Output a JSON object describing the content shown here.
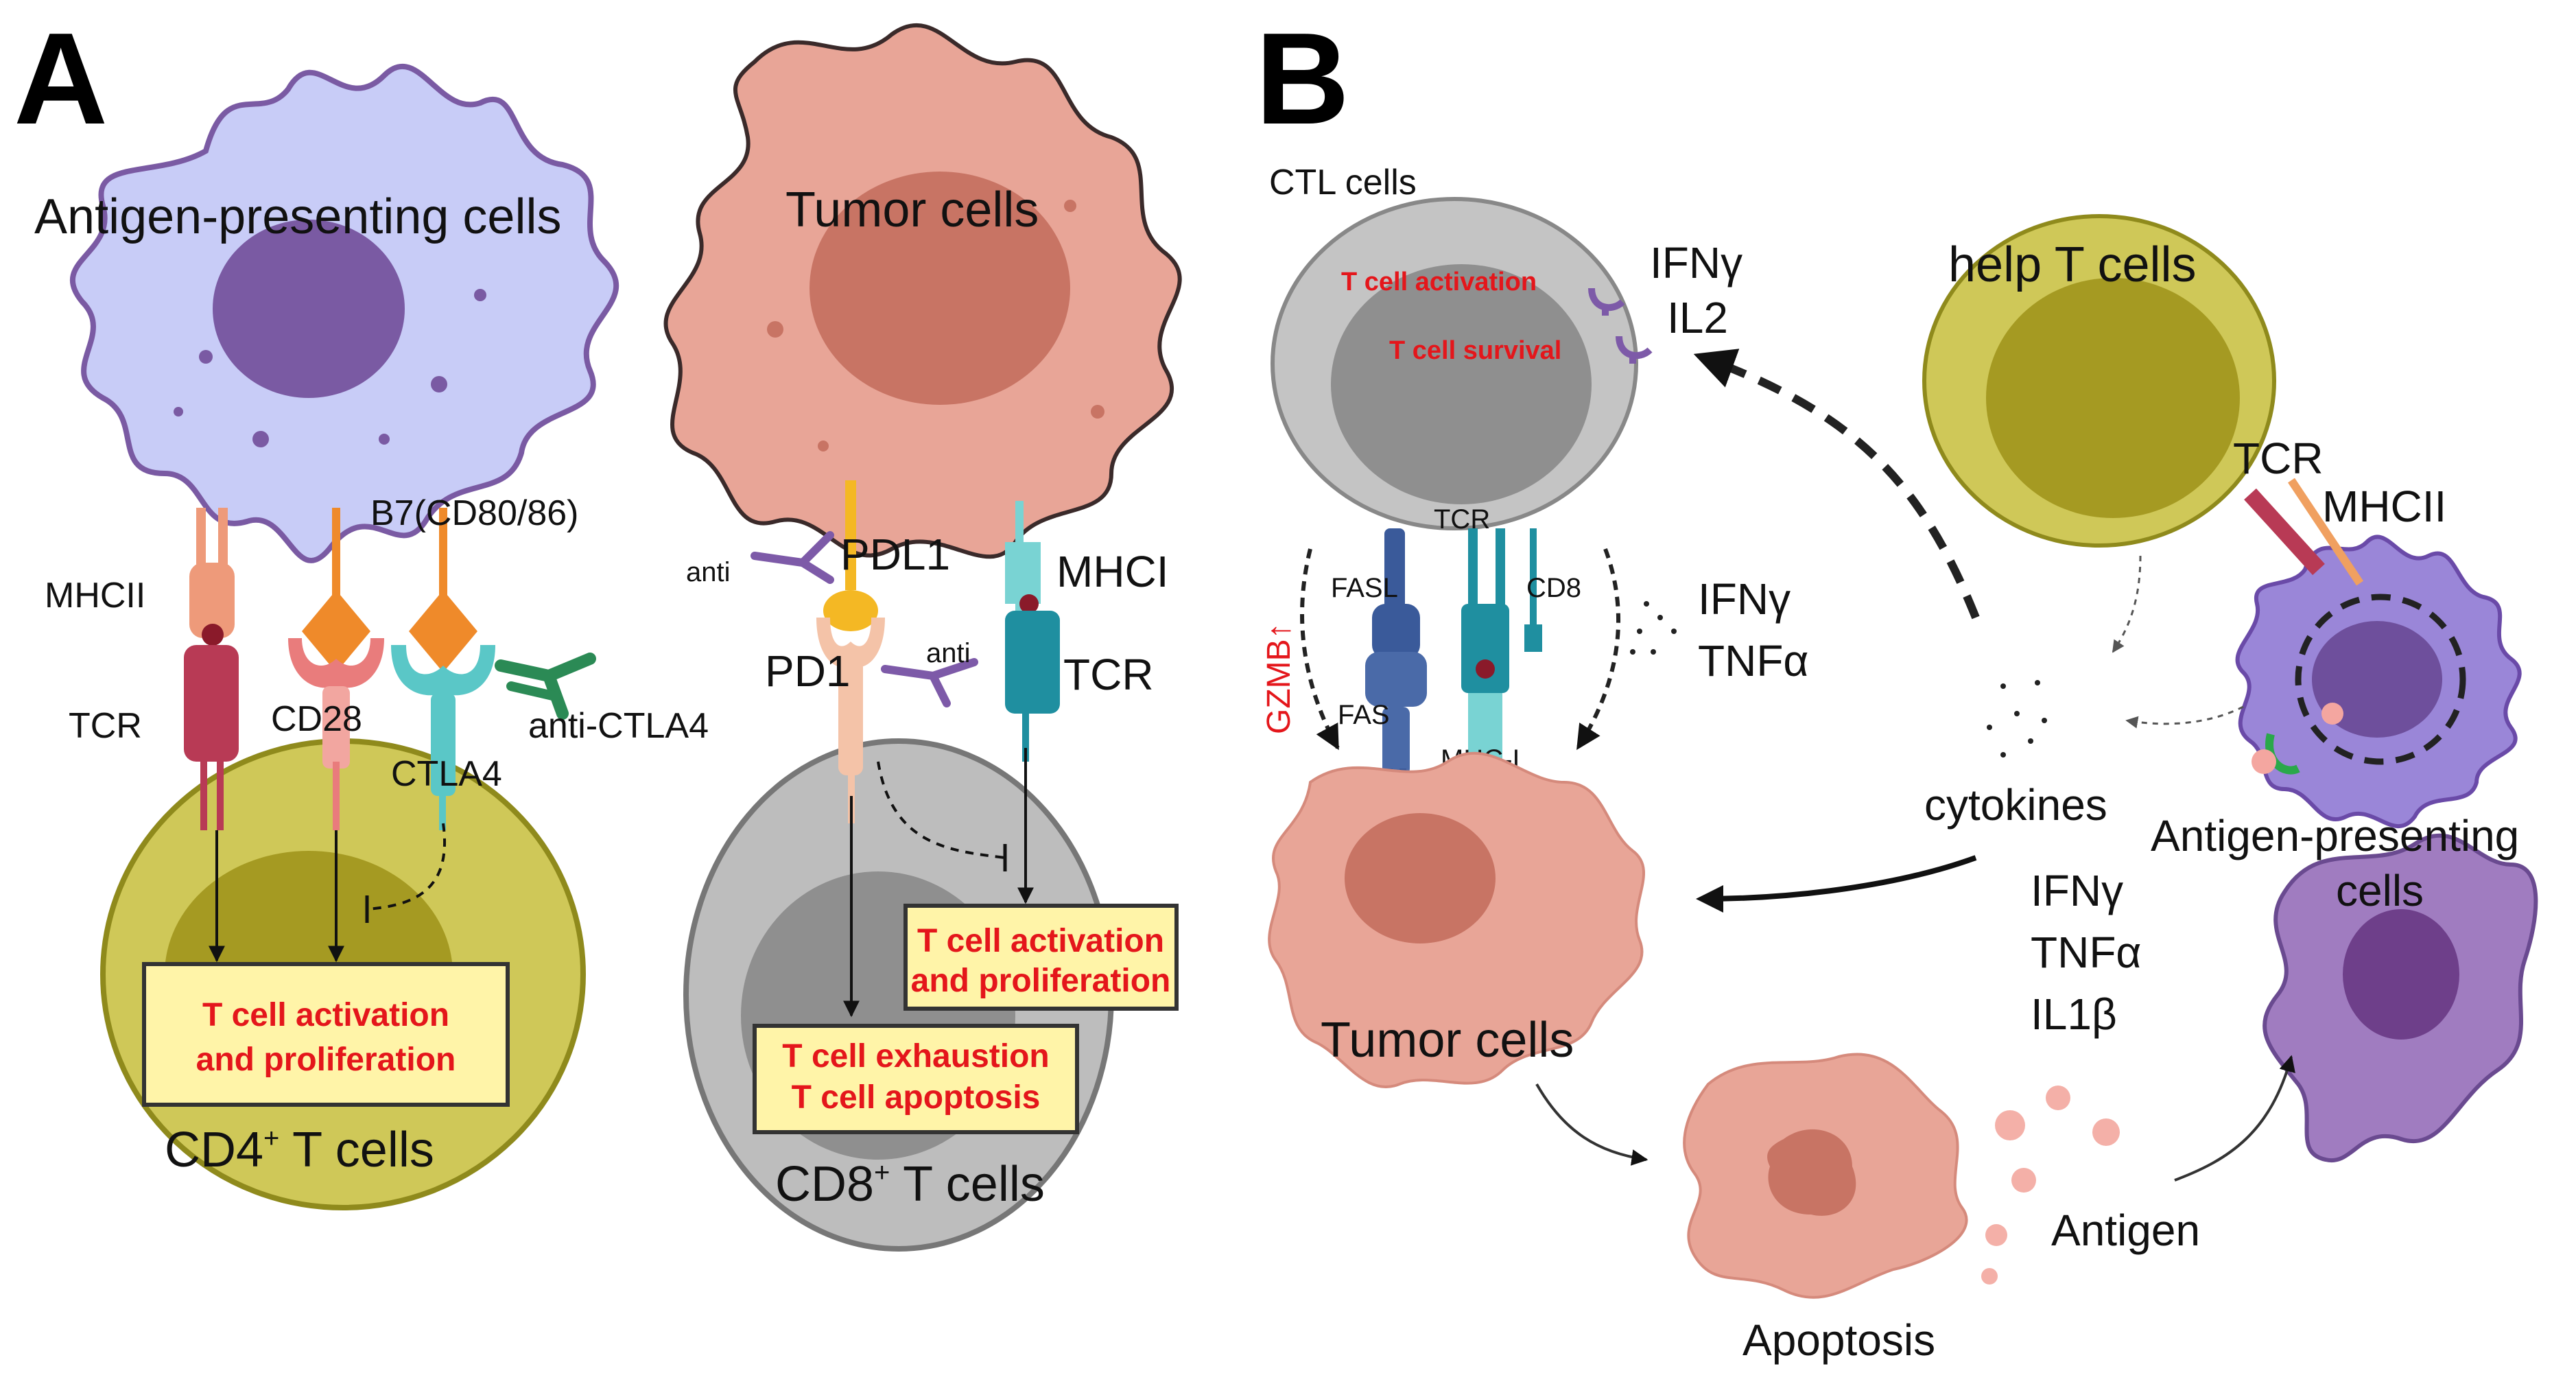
{
  "panel_a": {
    "letter": "A",
    "apc_label": "Antigen-presenting cells",
    "tumor_label": "Tumor cells",
    "b7_label": "B7(CD80/86)",
    "mhcii_label": "MHCII",
    "tcr_label_left": "TCR",
    "cd28_label": "CD28",
    "ctla4_label": "CTLA4",
    "anti_ctla4_label": "anti-CTLA4",
    "pdl1_label": "PDL1",
    "anti_pdl1_label": "anti",
    "pd1_label": "PD1",
    "anti_pd1_label": "anti",
    "mhci_label": "MHCI",
    "tcr_label_right": "TCR",
    "cd4_box_line1": "T cell activation",
    "cd4_box_line2": "and proliferation",
    "cd4_label_pre": "CD4",
    "cd4_label_sup": "+",
    "cd4_label_post": " T cells",
    "cd8_box1_line1": "T cell activation",
    "cd8_box1_line2": "and proliferation",
    "cd8_box2_line1": "T cell exhaustion",
    "cd8_box2_line2": "T cell apoptosis",
    "cd8_label_pre": "CD8",
    "cd8_label_sup": "+",
    "cd8_label_post": " T cells"
  },
  "panel_b": {
    "letter": "B",
    "ctl_label": "CTL cells",
    "ctl_activation": "T cell activation",
    "ctl_survival": "T cell survival",
    "ifng_top": "IFNγ",
    "il2_top": "IL2",
    "help_t_label": "help T cells",
    "tcr_help": "TCR",
    "mhcii_help": "MHCII",
    "fasl_label": "FASL",
    "tcr_ctl": "TCR",
    "cd8_label": "CD8",
    "gzmb_label": "GZMB↑",
    "fas_label": "FAS",
    "mhci_label": "MHC-I",
    "ifng_mid": "IFNγ",
    "tnfa_mid": "TNFα",
    "cytokines_label": "cytokines",
    "apc_label_line1": "Antigen-presenting",
    "apc_label_line2": "cells",
    "cyto_list": [
      "IFNγ",
      "TNFα",
      "IL1β"
    ],
    "tumor_label": "Tumor cells",
    "apoptosis_label": "Apoptosis",
    "antigen_label": "Antigen"
  },
  "colors": {
    "apc_fill": "#c8ccf7",
    "apc_nucleus": "#7a5aa3",
    "tumor_fill": "#e8a597",
    "tumor_nucleus": "#c87464",
    "tcell_fill": "#cfc858",
    "tcell_nucleus": "#a59a22",
    "cd8_fill": "#bdbdbd",
    "cd8_nucleus": "#8a8a8a",
    "box_fill": "#fff4a8",
    "red_text": "#e4161b",
    "mhcii": "#ee9a7a",
    "tcr": "#b83a55",
    "cd28": "#e97c7c",
    "b7": "#ef8a2a",
    "ctla4": "#5ac7c7",
    "anti_ctla4": "#2b8a55",
    "pdl1": "#f4b824",
    "pd1": "#f4c3a8",
    "mhci": "#79d3d3",
    "tcr_b": "#1f8fa0",
    "antibody": "#7d5aa8",
    "fasl": "#3a5a9a",
    "help_apc": "#9a86d8"
  }
}
